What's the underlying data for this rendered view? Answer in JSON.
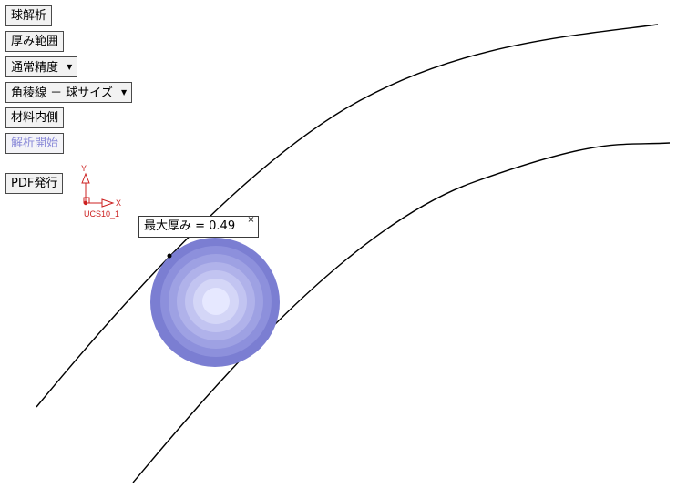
{
  "toolbar": {
    "sphere_analysis": "球解析",
    "thickness_range": "厚み範囲",
    "precision_select": "通常精度",
    "edge_mode_select": "角稜線 － 球サイズ",
    "material_inside": "材料内側",
    "start_analysis": "解析開始",
    "pdf_export": "PDF発行"
  },
  "ucs": {
    "name": "UCS10_1",
    "axis_x": "X",
    "axis_y": "Y"
  },
  "result_tooltip": {
    "text": "最大厚み = 0.49",
    "close_glyph": "×"
  },
  "colors": {
    "curve": "#000000",
    "ucs": "#cc2020",
    "disabled_text": "#8a8ad8",
    "sphere_outer": "#7f82d6",
    "sphere_inner": "#e6e8ff"
  },
  "icons": {
    "dropdown": "chevron-down-icon",
    "close": "close-icon"
  }
}
